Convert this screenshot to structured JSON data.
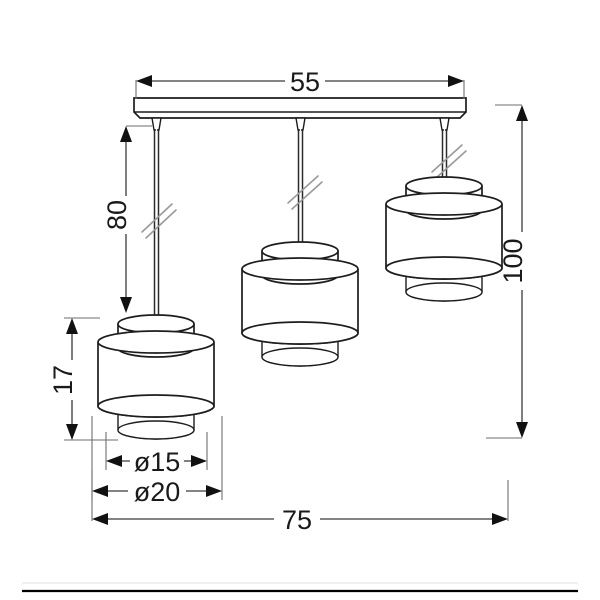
{
  "drawing": {
    "title": "Pendant Lamp Dimension Drawing",
    "subject": "3-light pendant lamp with double-tier cylindrical shades",
    "units": "cm",
    "background_color": "#ffffff",
    "line_color": "#1d1d1d",
    "dimension_line_color": "#3a3a3a",
    "text_color": "#1a1a1a"
  },
  "dimensions": {
    "canopy_width": {
      "label": "55",
      "orientation": "horizontal",
      "position": "top",
      "describes": "ceiling-plate-width"
    },
    "drop_height": {
      "label": "80",
      "orientation": "vertical",
      "position": "left-inner",
      "describes": "cable-drop-to-first-shade"
    },
    "shade_height": {
      "label": "17",
      "orientation": "vertical",
      "position": "left-outer",
      "describes": "shade-assembly-height"
    },
    "inner_diameter": {
      "label": "ø15",
      "orientation": "horizontal",
      "position": "bottom-inner",
      "describes": "lower-cylinder-diameter"
    },
    "outer_diameter": {
      "label": "ø20",
      "orientation": "horizontal",
      "position": "bottom-middle",
      "describes": "widest-shade-diameter"
    },
    "total_width": {
      "label": "75",
      "orientation": "horizontal",
      "position": "bottom-outer",
      "describes": "overall-fixture-width"
    },
    "total_height": {
      "label": "100",
      "orientation": "vertical",
      "position": "right",
      "describes": "overall-fixture-height"
    }
  },
  "symbols": {
    "diameter_prefix": "ø",
    "break_mark": "double-diagonal-slash",
    "arrow_style": "solid-filled-triangle"
  },
  "lamps": [
    {
      "name": "pendant-lamp-left",
      "drop": "long",
      "order": 1
    },
    {
      "name": "pendant-lamp-middle",
      "drop": "medium",
      "order": 2
    },
    {
      "name": "pendant-lamp-right",
      "drop": "short",
      "order": 3
    }
  ],
  "components": {
    "ceiling_plate": "rectangular canopy bar",
    "cable": "suspension cord",
    "cable_connector": "conical cord grip",
    "shade_upper": "narrow top cylinder",
    "shade_middle": "wide middle cylinder",
    "shade_lower": "narrow bottom cylinder"
  }
}
